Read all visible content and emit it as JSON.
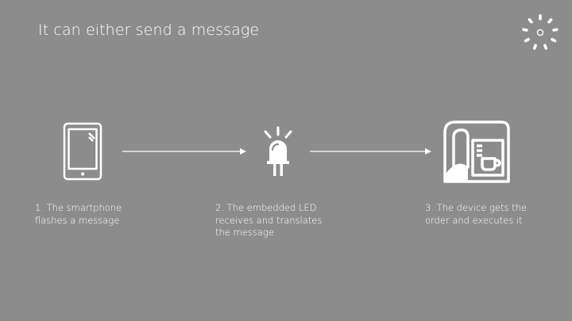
{
  "slide": {
    "title": "It can either send a message",
    "background": "#8c8c8c",
    "foreground": "#ffffff"
  },
  "logo": {
    "icon": "sunburst-logo-icon"
  },
  "steps": [
    {
      "icon": "smartphone-icon",
      "text": "1. The smartphone\nflashes a message"
    },
    {
      "icon": "led-icon",
      "text": "2. The embedded LED\nreceives and translates\nthe message"
    },
    {
      "icon": "coffee-machine-icon",
      "text": "3. The device gets the\norder and executes it"
    }
  ],
  "connectors": [
    {
      "from": 1,
      "to": 2,
      "icon": "arrow-right-icon"
    },
    {
      "from": 2,
      "to": 3,
      "icon": "arrow-right-icon"
    }
  ]
}
